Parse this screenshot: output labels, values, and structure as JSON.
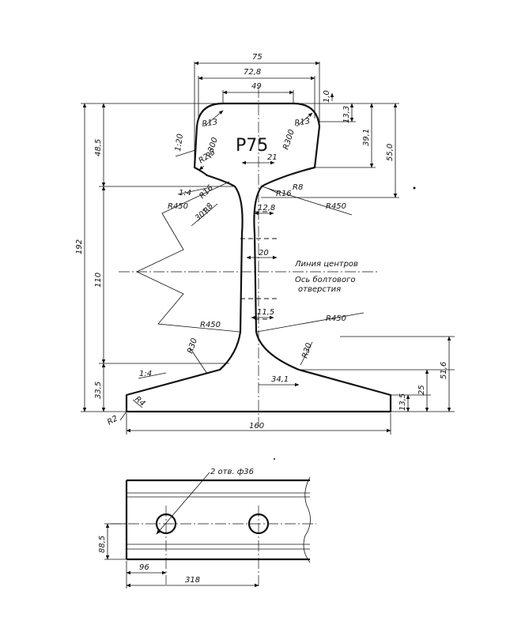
{
  "profile": {
    "title": "Р75",
    "labels": {
      "center_line": "Линия центров",
      "bolt_hole_axis_1": "Ось болтового",
      "bolt_hole_axis_2": "отверстия",
      "holes_note": "2 отв. ф36"
    },
    "dimensions": {
      "head_width_75": "75",
      "head_width_72_8": "72,8",
      "head_top_49": "49",
      "head_1_0": "1,0",
      "head_13_3": "13,3",
      "head_39_1": "39,1",
      "head_55_0": "55,0",
      "left_48_5": "48,5",
      "left_192": "192",
      "left_110": "110",
      "left_33_5": "33,5",
      "neck_21": "21",
      "web_12_8": "12,8",
      "web_20": "20",
      "web_11_5": "11,5",
      "foot_34_1": "34,1",
      "foot_160": "160",
      "foot_51_6": "51,6",
      "foot_25": "25",
      "foot_13_5": "13,5",
      "slope_head": "1:20",
      "slope_neck": "1:4",
      "slope_foot": "1:4",
      "angle_30": "30°"
    },
    "radii": {
      "r13_left": "R13",
      "r13_right": "R13",
      "r300_left": "R300",
      "r300_right": "R300",
      "r2_5": "R2,5",
      "r16_left": "R16",
      "r16_right": "R16",
      "r8_left": "R8",
      "r8_right": "R8",
      "r450_top_left": "R450",
      "r450_top_right": "R450",
      "r450_bottom_left": "R450",
      "r450_bottom_right": "R450",
      "r30_left": "R30",
      "r30_right": "R30",
      "r4": "R4",
      "r2": "R2"
    }
  },
  "side_view": {
    "dimensions": {
      "height_88_5": "88,5",
      "offset_96": "96",
      "spacing_318": "318"
    }
  }
}
